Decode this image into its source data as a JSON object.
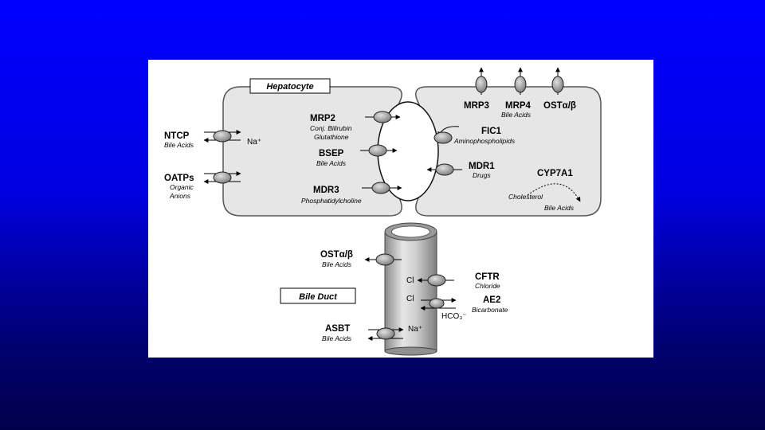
{
  "slide": {
    "background_top": "#0000ff",
    "background_bottom": "#00004a"
  },
  "diagram": {
    "hepatocyte_label": "Hepatocyte",
    "bile_duct_label": "Bile Duct",
    "left_membrane": [
      {
        "name": "NTCP",
        "sub": "Bile Acids",
        "ion": "Na⁺"
      },
      {
        "name": "OATPs",
        "sub1": "Organic",
        "sub2": "Anions"
      }
    ],
    "canalicular_left": [
      {
        "name": "MRP2",
        "sub1": "Conj. Bilirubin",
        "sub2": "Glutathione"
      },
      {
        "name": "BSEP",
        "sub": "Bile Acids"
      },
      {
        "name": "MDR3",
        "sub": "Phosphatidylcholine"
      }
    ],
    "canalicular_right": [
      {
        "name": "FIC1",
        "sub": "Aminophospholipids"
      },
      {
        "name": "MDR1",
        "sub": "Drugs"
      }
    ],
    "basolateral_top": {
      "mrp3": "MRP3",
      "mrp4": "MRP4",
      "ost": "OSTα/β",
      "sub": "Bile Acids"
    },
    "cyp7a1": {
      "name": "CYP7A1",
      "from": "Cholesterol",
      "to": "Bile Acids"
    },
    "duct_transporters": [
      {
        "name": "OSTα/β",
        "sub": "Bile Acids"
      },
      {
        "name": "CFTR",
        "sub": "Chloride",
        "ion": "Cl"
      },
      {
        "name": "AE2",
        "sub": "Bicarbonate",
        "ion": "Cl",
        "ion2": "HCO₃⁻"
      },
      {
        "name": "ASBT",
        "sub": "Bile Acids",
        "ion": "Na⁺"
      }
    ]
  }
}
